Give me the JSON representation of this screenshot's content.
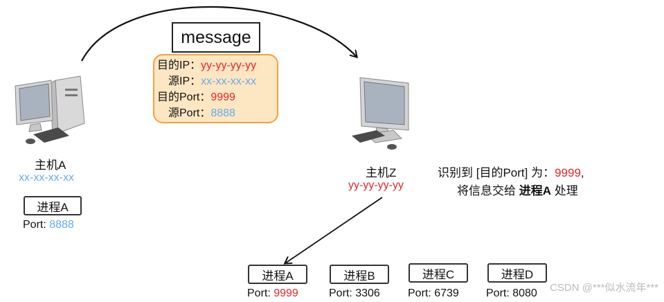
{
  "message": {
    "label": "message"
  },
  "packet": {
    "dst_ip_label": "目的IP：",
    "dst_ip_value": "yy-yy-yy-yy",
    "src_ip_label": "源IP：",
    "src_ip_value": "xx-xx-xx-xx",
    "dst_port_label": "目的Port：",
    "dst_port_value": "9999",
    "src_port_label": "源Port：",
    "src_port_value": "8888"
  },
  "host_a": {
    "name": "主机A",
    "ip": "xx-xx-xx-xx",
    "process": "进程A",
    "port_label": "Port: ",
    "port_value": "8888"
  },
  "host_z": {
    "name": "主机Z",
    "ip": "yy-yy-yy-yy",
    "note_line1_prefix": "识别到 [目的Port] 为：",
    "note_line1_value": "9999",
    "note_line1_suffix": ",",
    "note_line2_prefix": "将信息交给 ",
    "note_line2_bold": "进程A",
    "note_line2_suffix": " 处理"
  },
  "processes": [
    {
      "name": "进程A",
      "port_label": "Port: ",
      "port": "9999",
      "highlight": true
    },
    {
      "name": "进程B",
      "port_label": "Port: ",
      "port": "3306",
      "highlight": false
    },
    {
      "name": "进程C",
      "port_label": "Port: ",
      "port": "6739",
      "highlight": false
    },
    {
      "name": "进程D",
      "port_label": "Port: ",
      "port": "8080",
      "highlight": false
    }
  ],
  "watermark": "CSDN @***似水流年***",
  "colors": {
    "red": "#e0282c",
    "blue": "#66aaf0",
    "packet_fill": "#fde6c2",
    "packet_border": "#f2a33c"
  }
}
